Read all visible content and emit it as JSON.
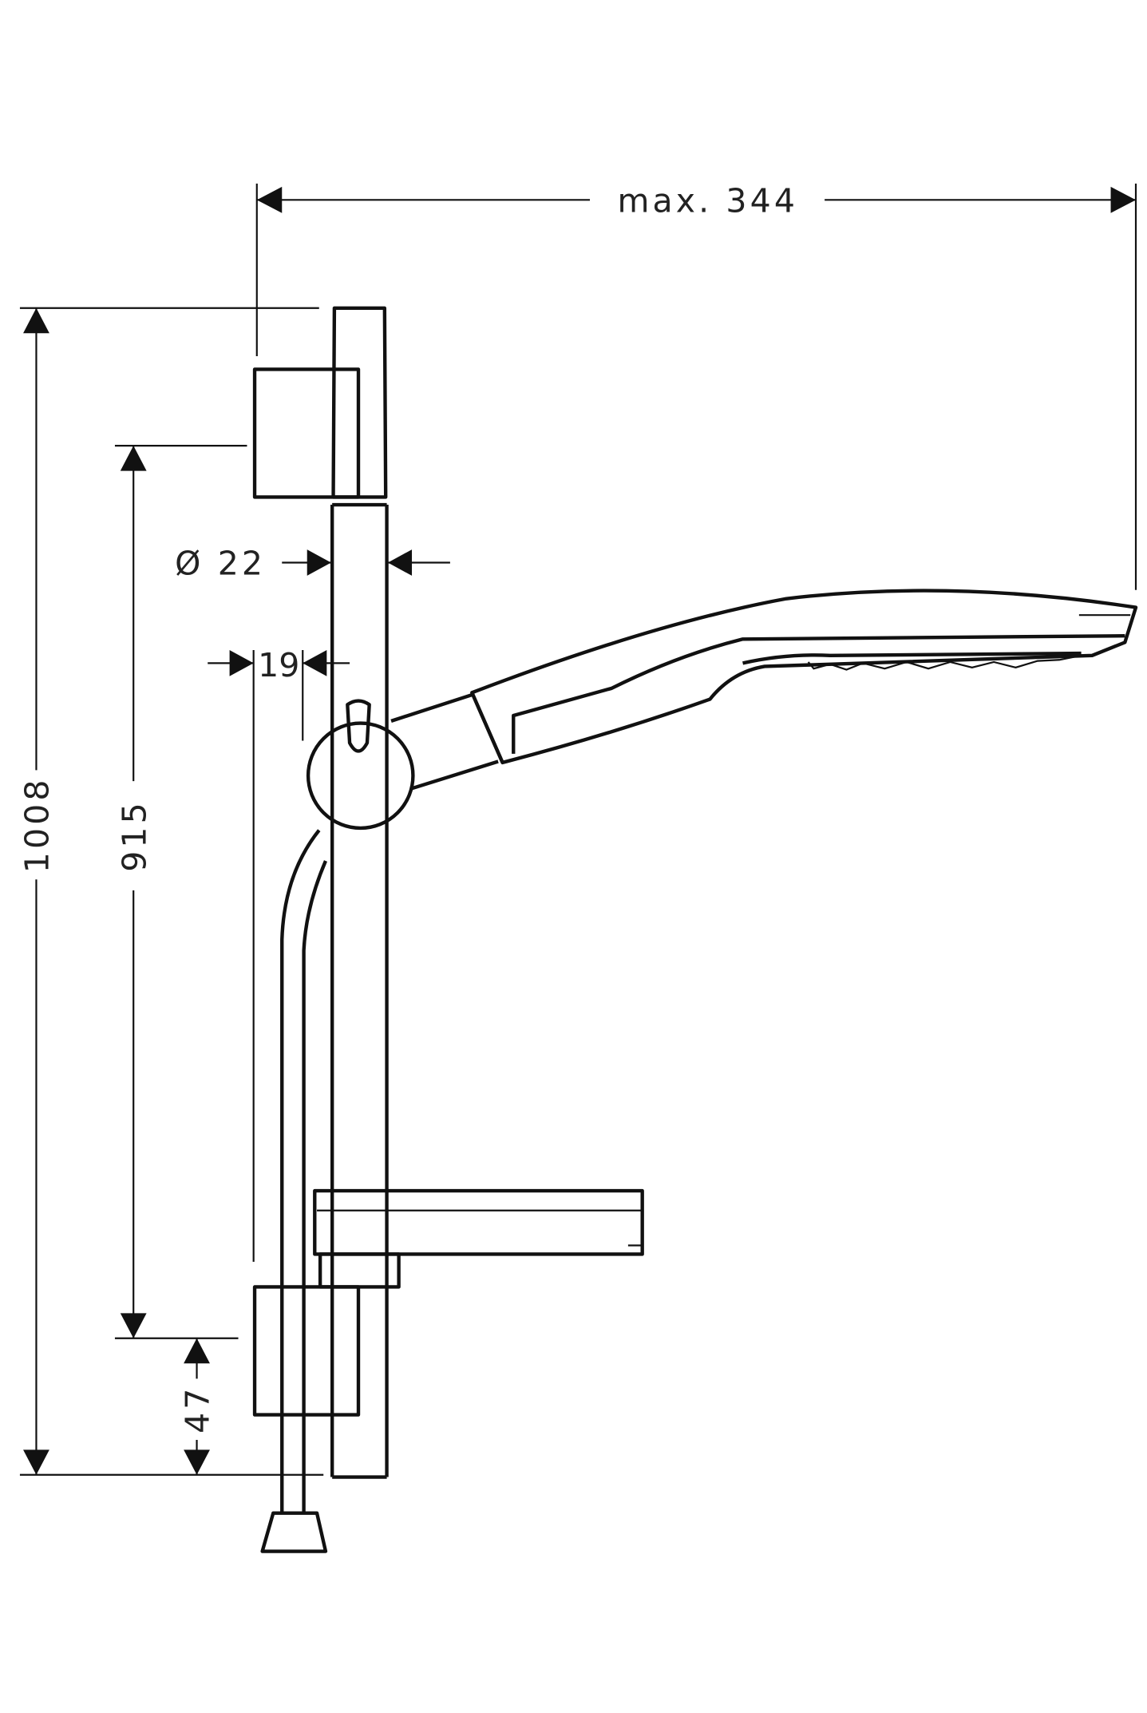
{
  "drawing": {
    "title": "Shower rail set dimension drawing",
    "dimensions": {
      "width_max": "max. 344",
      "total_height": "1008",
      "bracket_spacing": "915",
      "bottom_offset": "47",
      "rail_diameter": "Ø 22",
      "wall_distance": "19"
    },
    "line_color": "#111111"
  }
}
